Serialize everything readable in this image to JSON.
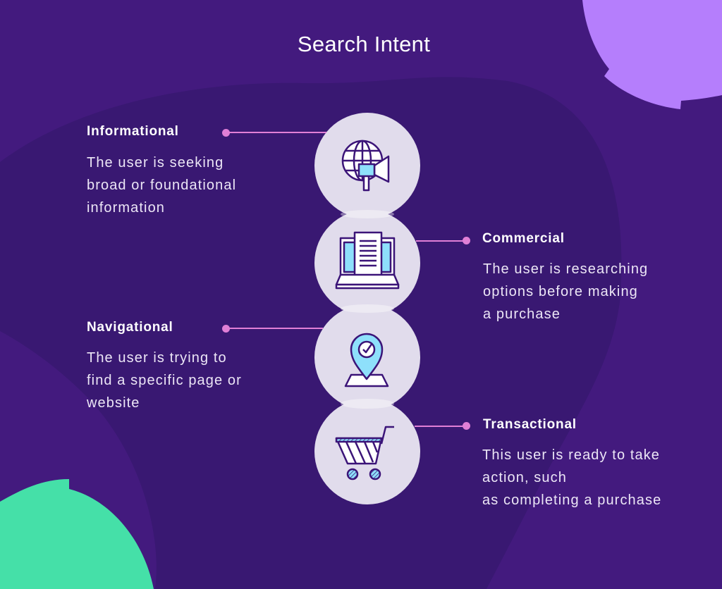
{
  "title": "Search Intent",
  "colors": {
    "background": "#431a7e",
    "blob_dark": "#391872",
    "accent_purple": "#b57efc",
    "accent_green": "#45e0a8",
    "connector_pink": "#e07fd6",
    "circle_fill": "#e1dcec",
    "icon_stroke": "#3b1478",
    "icon_fill_light": "#8ee0fb"
  },
  "intents": [
    {
      "heading": "Informational",
      "description": "The user is seeking\nbroad or foundational\ninformation",
      "icon": "globe-megaphone-icon",
      "side": "left"
    },
    {
      "heading": "Commercial",
      "description": "The user is researching\noptions before making\na purchase",
      "icon": "laptop-document-icon",
      "side": "right"
    },
    {
      "heading": "Navigational",
      "description": "The user is trying to\nfind a specific page or\nwebsite",
      "icon": "map-pin-check-icon",
      "side": "left"
    },
    {
      "heading": "Transactional",
      "description": "This user is ready to take\naction, such\nas completing a purchase",
      "icon": "shopping-cart-icon",
      "side": "right"
    }
  ]
}
